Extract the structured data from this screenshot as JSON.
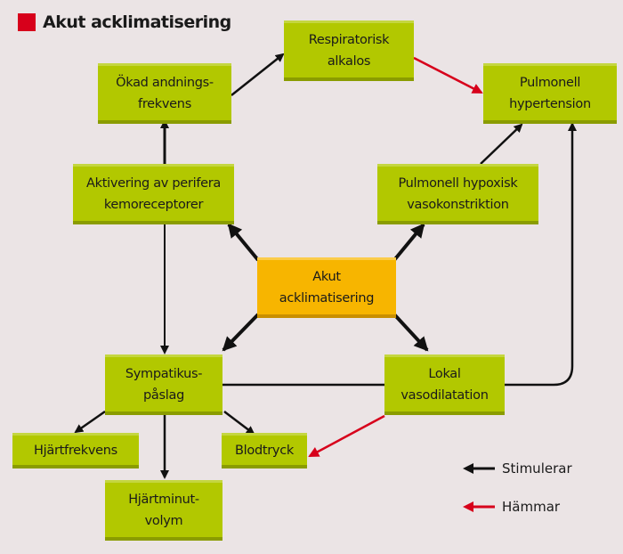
{
  "title": "Akut acklimatisering",
  "colors": {
    "title_marker": "#d7001b",
    "node": "#b2c800",
    "center_node": "#f7b500",
    "stimulates": "#111111",
    "inhibits": "#d7001b",
    "background": "#ebe4e5"
  },
  "nodes": {
    "respiratorisk_alkalos": "Respiratorisk\nalkalos",
    "okad_andningsfrekvens": "Ökad andnings-\nfrekvens",
    "pulmonell_hypertension": "Pulmonell\nhypertension",
    "aktivering_kemoreceptorer": "Aktivering av perifera\nkemoreceptorer",
    "pulmonell_hypoxisk_vasokonstriktion": "Pulmonell hypoxisk\nvasokonstriktion",
    "akut_acklimatisering": "Akut\nacklimatisering",
    "sympatikuspaslag": "Sympatikus-\npåslag",
    "lokal_vasodilatation": "Lokal\nvasodilatation",
    "hjartfrekvens": "Hjärtfrekvens",
    "blodtryck": "Blodtryck",
    "hjartminutvolym": "Hjärtminut-\nvolym"
  },
  "edges": [
    {
      "from": "akut_acklimatisering",
      "to": "aktivering_kemoreceptorer",
      "type": "stimulerar"
    },
    {
      "from": "akut_acklimatisering",
      "to": "pulmonell_hypoxisk_vasokonstriktion",
      "type": "stimulerar"
    },
    {
      "from": "akut_acklimatisering",
      "to": "sympatikuspaslag",
      "type": "stimulerar"
    },
    {
      "from": "akut_acklimatisering",
      "to": "lokal_vasodilatation",
      "type": "stimulerar"
    },
    {
      "from": "aktivering_kemoreceptorer",
      "to": "okad_andningsfrekvens",
      "type": "stimulerar"
    },
    {
      "from": "aktivering_kemoreceptorer",
      "to": "sympatikuspaslag",
      "type": "stimulerar"
    },
    {
      "from": "okad_andningsfrekvens",
      "to": "respiratorisk_alkalos",
      "type": "stimulerar"
    },
    {
      "from": "respiratorisk_alkalos",
      "to": "pulmonell_hypertension",
      "type": "hammar"
    },
    {
      "from": "pulmonell_hypoxisk_vasokonstriktion",
      "to": "pulmonell_hypertension",
      "type": "stimulerar"
    },
    {
      "from": "lokal_vasodilatation",
      "to": "pulmonell_hypertension",
      "type": "stimulerar"
    },
    {
      "from": "sympatikuspaslag",
      "to": "hjartfrekvens",
      "type": "stimulerar"
    },
    {
      "from": "sympatikuspaslag",
      "to": "hjartminutvolym",
      "type": "stimulerar"
    },
    {
      "from": "sympatikuspaslag",
      "to": "blodtryck",
      "type": "stimulerar"
    },
    {
      "from": "lokal_vasodilatation",
      "to": "blodtryck",
      "type": "hammar"
    }
  ],
  "legend": {
    "stimulerar": "Stimulerar",
    "hammar": "Hämmar"
  }
}
